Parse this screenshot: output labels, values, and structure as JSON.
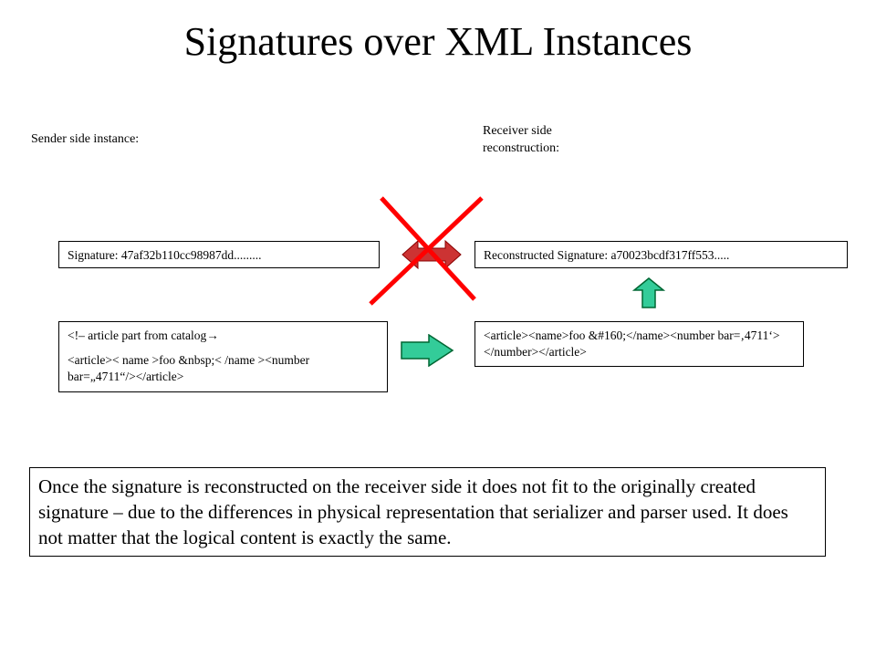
{
  "slide": {
    "title": "Signatures over XML Instances"
  },
  "sender": {
    "label": "Sender side instance:",
    "signature": "Signature: 47af32b110cc98987dd.........",
    "comment": "<!– article part from catalog",
    "xml": "<article>< name >foo &nbsp;< /name ><number bar=„4711“/></article>"
  },
  "receiver": {
    "label_line1": "Receiver side",
    "label_line2": "reconstruction:",
    "signature": "Reconstructed Signature: a70023bcdf317ff553.....",
    "xml": "<article><name>foo &#160;</name><number bar=‚4711‘></number></article>"
  },
  "summary": {
    "text": "Once the signature is reconstructed on the receiver side it does not fit to the originally created signature – due to the differences in physical representation that serializer and parser used. It does not matter that the logical content is exactly the same."
  },
  "colors": {
    "arrow_fill": "#33cc99",
    "mismatch_red": "#ff0000",
    "double_arrow_fill": "#cc3333"
  },
  "icons": {
    "comment_arrow": "right-arrow-glyph",
    "transfer_arrow": "right-arrow-icon",
    "reconstruct_arrow": "up-arrow-icon",
    "compare_arrow": "double-arrow-icon",
    "mismatch": "cross-icon"
  }
}
